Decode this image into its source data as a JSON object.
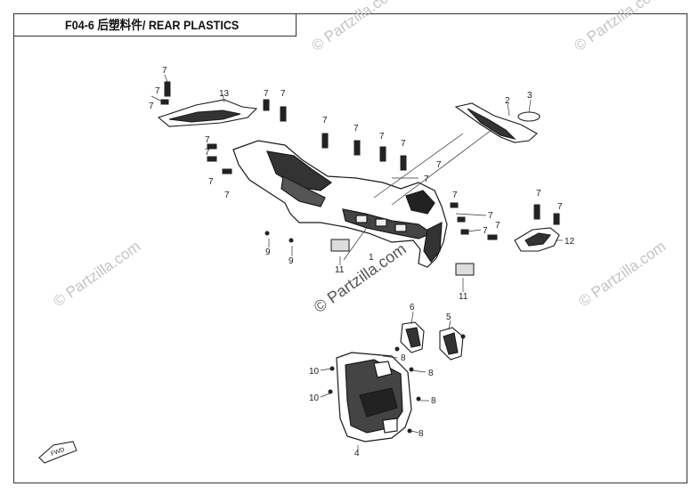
{
  "header": {
    "title": "F04-6 后塑料件/ REAR PLASTICS"
  },
  "watermarks": {
    "text": "© Partzilla.com",
    "center_text": "© Partzilla.com"
  },
  "callouts": [
    "13",
    "7",
    "2",
    "3",
    "7",
    "1",
    "11",
    "9",
    "12",
    "6",
    "5",
    "10",
    "8",
    "4"
  ],
  "fwd_label": "FWD"
}
